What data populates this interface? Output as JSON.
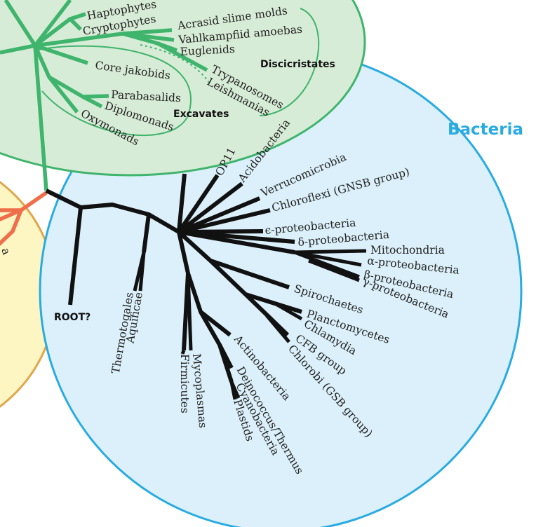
{
  "colors": {
    "bacteria_fill": "#dbf0fa",
    "bacteria_stroke": "#29abe2",
    "eukarya_fill": "#d7ecd6",
    "eukarya_stroke": "#3fb46c",
    "archaea_fill": "#fdf6c3",
    "archaea_stroke": "#e0a64c",
    "archaea_branch": "#ef6f4a",
    "tree": "#111111",
    "bacteria_title": "#29abe2"
  },
  "domain_label": "Bacteria",
  "root_label": "ROOT?",
  "eukarya": {
    "taxa": [
      "Haptophytes",
      "Cryptophytes",
      "Acrasid slime molds",
      "Vahlkampfiid amoebas",
      "Euglenids",
      "Trypanosomes",
      "Leishmanias",
      "Core jakobids",
      "Parabasalids",
      "Diplomonads",
      "Oxymonads"
    ],
    "groups": [
      "Discicristates",
      "Excavates"
    ]
  },
  "archaea": {
    "partial_label": "a"
  },
  "bacteria": {
    "taxa": [
      "OP11",
      "Acidobacteria",
      "Verrucomicrobia",
      "Chloroflexi (GNSB group)",
      "ϵ-proteobacteria",
      "δ-proteobacteria",
      "Mitochondria",
      "α-proteobacteria",
      "β-proteobacteria",
      "γ-proteobacteria",
      "Spirochaetes",
      "Planctomycetes",
      "Chlamydia",
      "CFB group",
      "Chlorobi (GSB group)",
      "Actinobacteria",
      "Deinococcus/Thermus",
      "Cyanobacteria",
      "Plastids",
      "Firmicutes",
      "Mycoplasmas",
      "Thermotogales",
      "Aquificae"
    ]
  }
}
